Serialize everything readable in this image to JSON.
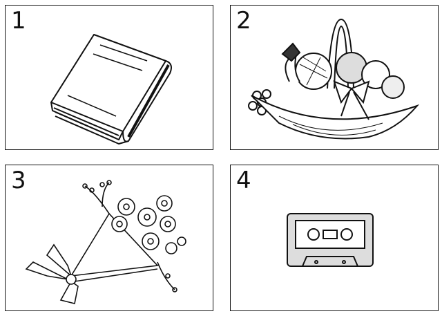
{
  "panels": [
    {
      "number": "1",
      "subject": "book"
    },
    {
      "number": "2",
      "subject": "fruit-basket"
    },
    {
      "number": "3",
      "subject": "flower-bouquet"
    },
    {
      "number": "4",
      "subject": "cassette-tape"
    }
  ]
}
